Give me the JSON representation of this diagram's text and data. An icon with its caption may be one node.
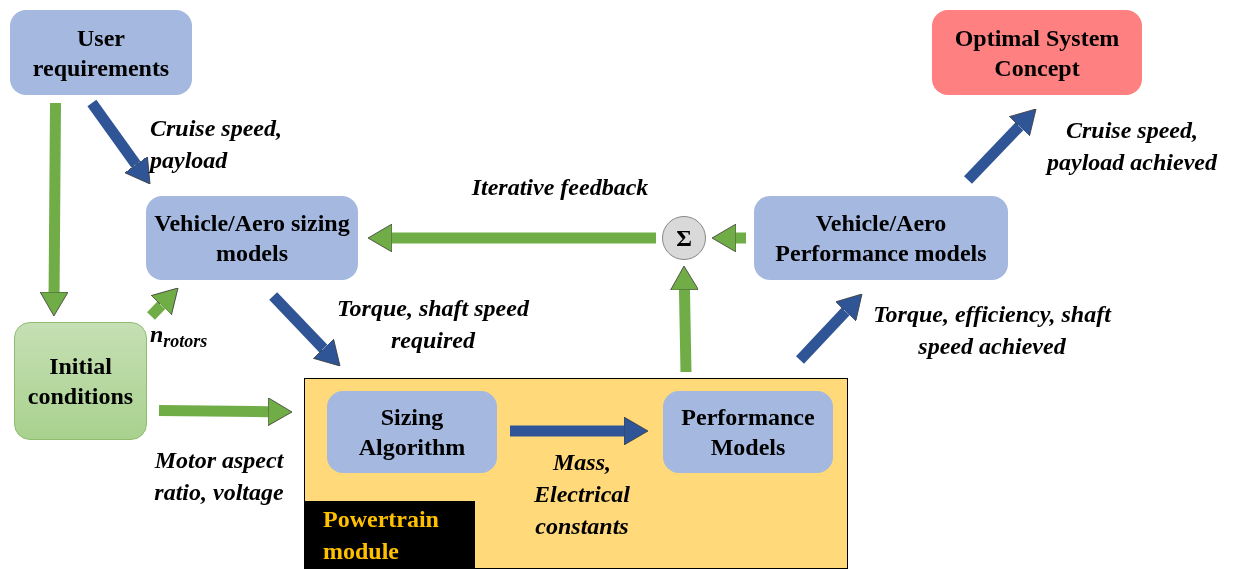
{
  "diagram": {
    "nodes": [
      {
        "text": [
          "User requirements"
        ]
      },
      {
        "text": [
          "Optimal System Concept"
        ]
      },
      {
        "text": [
          "Vehicle/Aero sizing models"
        ]
      },
      {
        "text": [
          "Σ"
        ]
      },
      {
        "text": [
          "Vehicle/Aero Performance models"
        ]
      },
      {
        "text": [
          "Initial conditions"
        ]
      },
      {
        "text": [
          "Powertrain module"
        ]
      },
      {
        "text": [
          "Sizing Algorithm"
        ],
        "in": 6
      },
      {
        "text": [
          "Performance Models"
        ],
        "in": 6
      }
    ],
    "edges": [
      {
        "from": 0,
        "to": 5,
        "arrow": "to"
      },
      {
        "from": 0,
        "to": 2,
        "arrow": "to",
        "label": "Cruise speed, payload",
        "color": "#2f5597"
      },
      {
        "from": 5,
        "to": 2,
        "arrow": "to",
        "label": "n$_{rotors}$"
      },
      {
        "from": 2,
        "to": 6,
        "arrow": "to",
        "label": "Torque, shaft speed required",
        "color": "#2f5597"
      },
      {
        "from": 5,
        "to": 6,
        "arrow": "to",
        "label": "Motor aspect ratio, voltage"
      },
      {
        "from": 7,
        "to": 8,
        "arrow": "to",
        "label": "Mass, Electrical constants",
        "color": "#2f5597"
      },
      {
        "from": 6,
        "to": 3,
        "arrow": "to"
      },
      {
        "from": 4,
        "to": 3,
        "arrow": "to"
      },
      {
        "from": 3,
        "to": 2,
        "arrow": "to",
        "label": "Iterative feedback"
      },
      {
        "from": 6,
        "to": 4,
        "arrow": "to",
        "label": "Torque, efficiency, shaft speed achieved",
        "color": "#2f5597"
      },
      {
        "from": 4,
        "to": 1,
        "arrow": "to",
        "label": "Cruise speed, payload achieved",
        "color": "#2f5597"
      }
    ]
  }
}
